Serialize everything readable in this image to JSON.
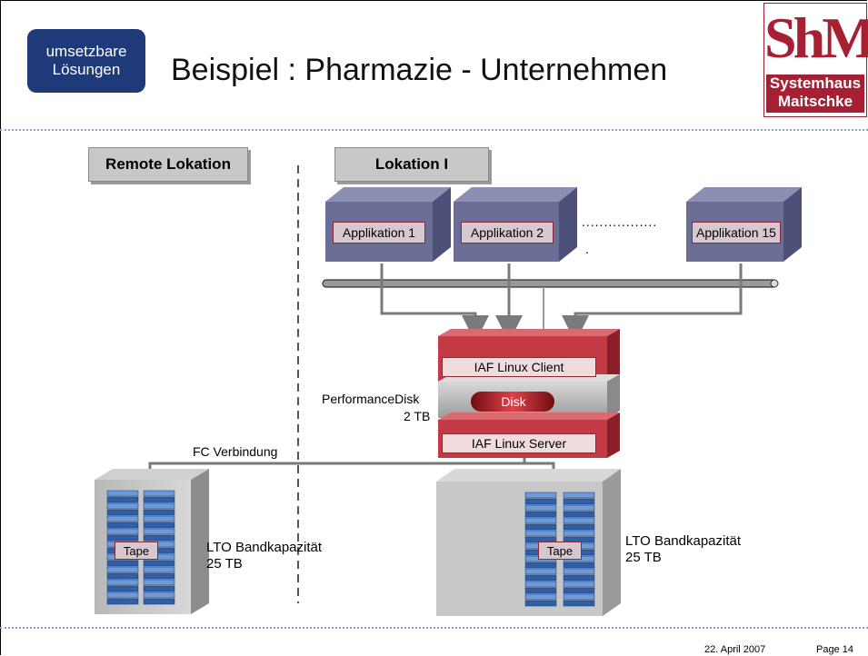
{
  "header": {
    "badge_line1": "umsetzbare",
    "badge_line2": "Lösungen",
    "title": "Beispiel : Pharmazie - Unternehmen",
    "logo_mark": "ShM",
    "logo_line1": "Systemhaus",
    "logo_line2": "Maitschke"
  },
  "locations": {
    "remote": "Remote Lokation",
    "local": "Lokation I"
  },
  "applications": [
    "Applikation 1",
    "Applikation 2",
    "Applikation 15"
  ],
  "ellipsis": ".................",
  "ellipsis_dot": ".",
  "stack": {
    "client": "IAF Linux Client",
    "disk": "Disk",
    "server": "IAF Linux Server",
    "perf_label1": "PerformanceDisk",
    "perf_label2": "2 TB"
  },
  "fc_label": "FC Verbindung",
  "tapes": {
    "remote_tag": "Tape",
    "local_tag": "Tape",
    "remote_cap1": "LTO Bandkapazität",
    "remote_cap2": "25 TB",
    "local_cap1": "LTO Bandkapazität",
    "local_cap2": "25 TB"
  },
  "footer": {
    "date": "22. April 2007",
    "page": "Page 14"
  },
  "colors": {
    "badge": "#1f3a78",
    "logo_red": "#a71f32",
    "app_cube": "#6a6e96",
    "stack_red": "#c43a44",
    "disk_grey": "#b0b0b0"
  }
}
